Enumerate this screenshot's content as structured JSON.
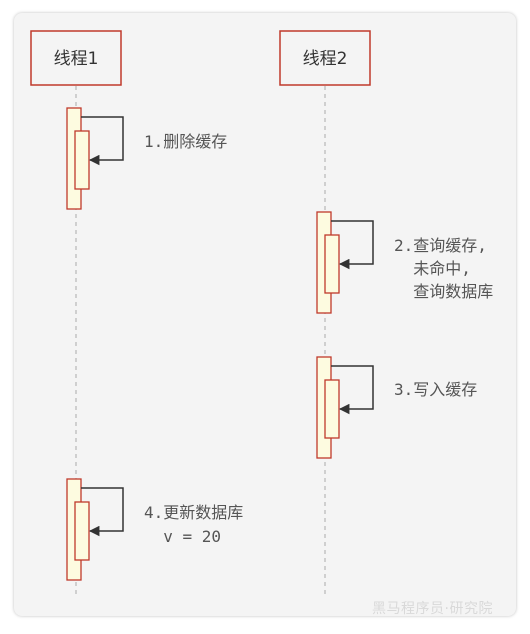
{
  "lifelines": [
    {
      "id": "t1",
      "label": "线程1"
    },
    {
      "id": "t2",
      "label": "线程2"
    }
  ],
  "steps": [
    {
      "id": "s1",
      "lifeline": "t1",
      "lines": [
        "1.删除缓存"
      ]
    },
    {
      "id": "s2",
      "lifeline": "t2",
      "lines": [
        "2.查询缓存,",
        "  未命中,",
        "  查询数据库"
      ]
    },
    {
      "id": "s3",
      "lifeline": "t2",
      "lines": [
        "3.写入缓存"
      ]
    },
    {
      "id": "s4",
      "lifeline": "t1",
      "lines": [
        "4.更新数据库",
        "  v = 20"
      ]
    }
  ],
  "watermark": "黑马程序员·研究院",
  "colors": {
    "box_border": "#c0392b",
    "activation_fill": "#fdfbe0",
    "lifeline_dash": "#aaaaaa",
    "arrow": "#333333",
    "text": "#555555"
  }
}
